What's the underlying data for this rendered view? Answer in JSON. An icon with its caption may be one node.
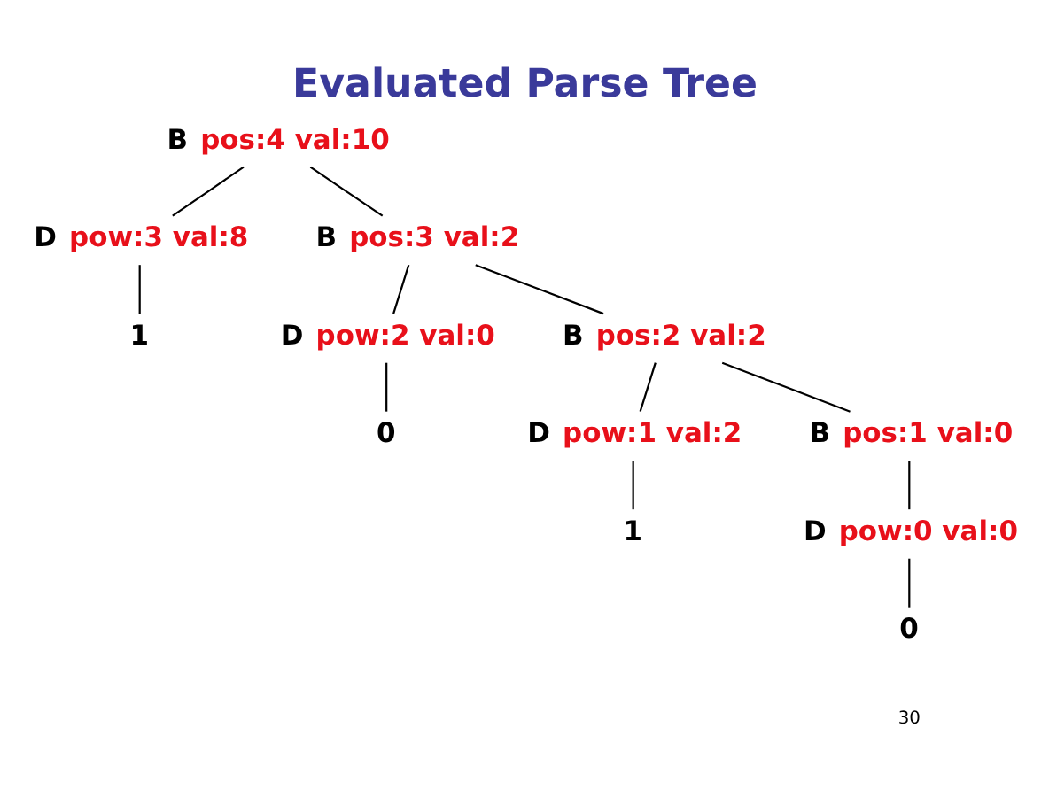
{
  "diagram": {
    "title": "Evaluated Parse Tree",
    "nodes": [
      {
        "text": [
          "B"
        ],
        "beside": [
          "pos:4 val:10"
        ]
      },
      {
        "text": [
          "D"
        ],
        "beside": [
          "pow:3 val:8"
        ]
      },
      {
        "text": [
          "B"
        ],
        "beside": [
          "pos:3 val:2"
        ]
      },
      {
        "text": [
          "1"
        ]
      },
      {
        "text": [
          "D"
        ],
        "beside": [
          "pow:2 val:0"
        ]
      },
      {
        "text": [
          "B"
        ],
        "beside": [
          "pos:2 val:2"
        ]
      },
      {
        "text": [
          "0"
        ]
      },
      {
        "text": [
          "D"
        ],
        "beside": [
          "pow:1 val:2"
        ]
      },
      {
        "text": [
          "B"
        ],
        "beside": [
          "pos:1 val:0"
        ]
      },
      {
        "text": [
          "1"
        ]
      },
      {
        "text": [
          "D"
        ],
        "beside": [
          "pow:0 val:0"
        ]
      },
      {
        "text": [
          "0"
        ]
      }
    ],
    "edges": [
      {
        "from": 0,
        "to": 1,
        "arrow": "none"
      },
      {
        "from": 0,
        "to": 2,
        "arrow": "none"
      },
      {
        "from": 1,
        "to": 3,
        "arrow": "none"
      },
      {
        "from": 2,
        "to": 4,
        "arrow": "none"
      },
      {
        "from": 2,
        "to": 5,
        "arrow": "none"
      },
      {
        "from": 4,
        "to": 6,
        "arrow": "none"
      },
      {
        "from": 5,
        "to": 7,
        "arrow": "none"
      },
      {
        "from": 5,
        "to": 8,
        "arrow": "none"
      },
      {
        "from": 7,
        "to": 9,
        "arrow": "none"
      },
      {
        "from": 8,
        "to": 10,
        "arrow": "none"
      },
      {
        "from": 10,
        "to": 11,
        "arrow": "none"
      }
    ],
    "labels": [
      "30"
    ]
  }
}
